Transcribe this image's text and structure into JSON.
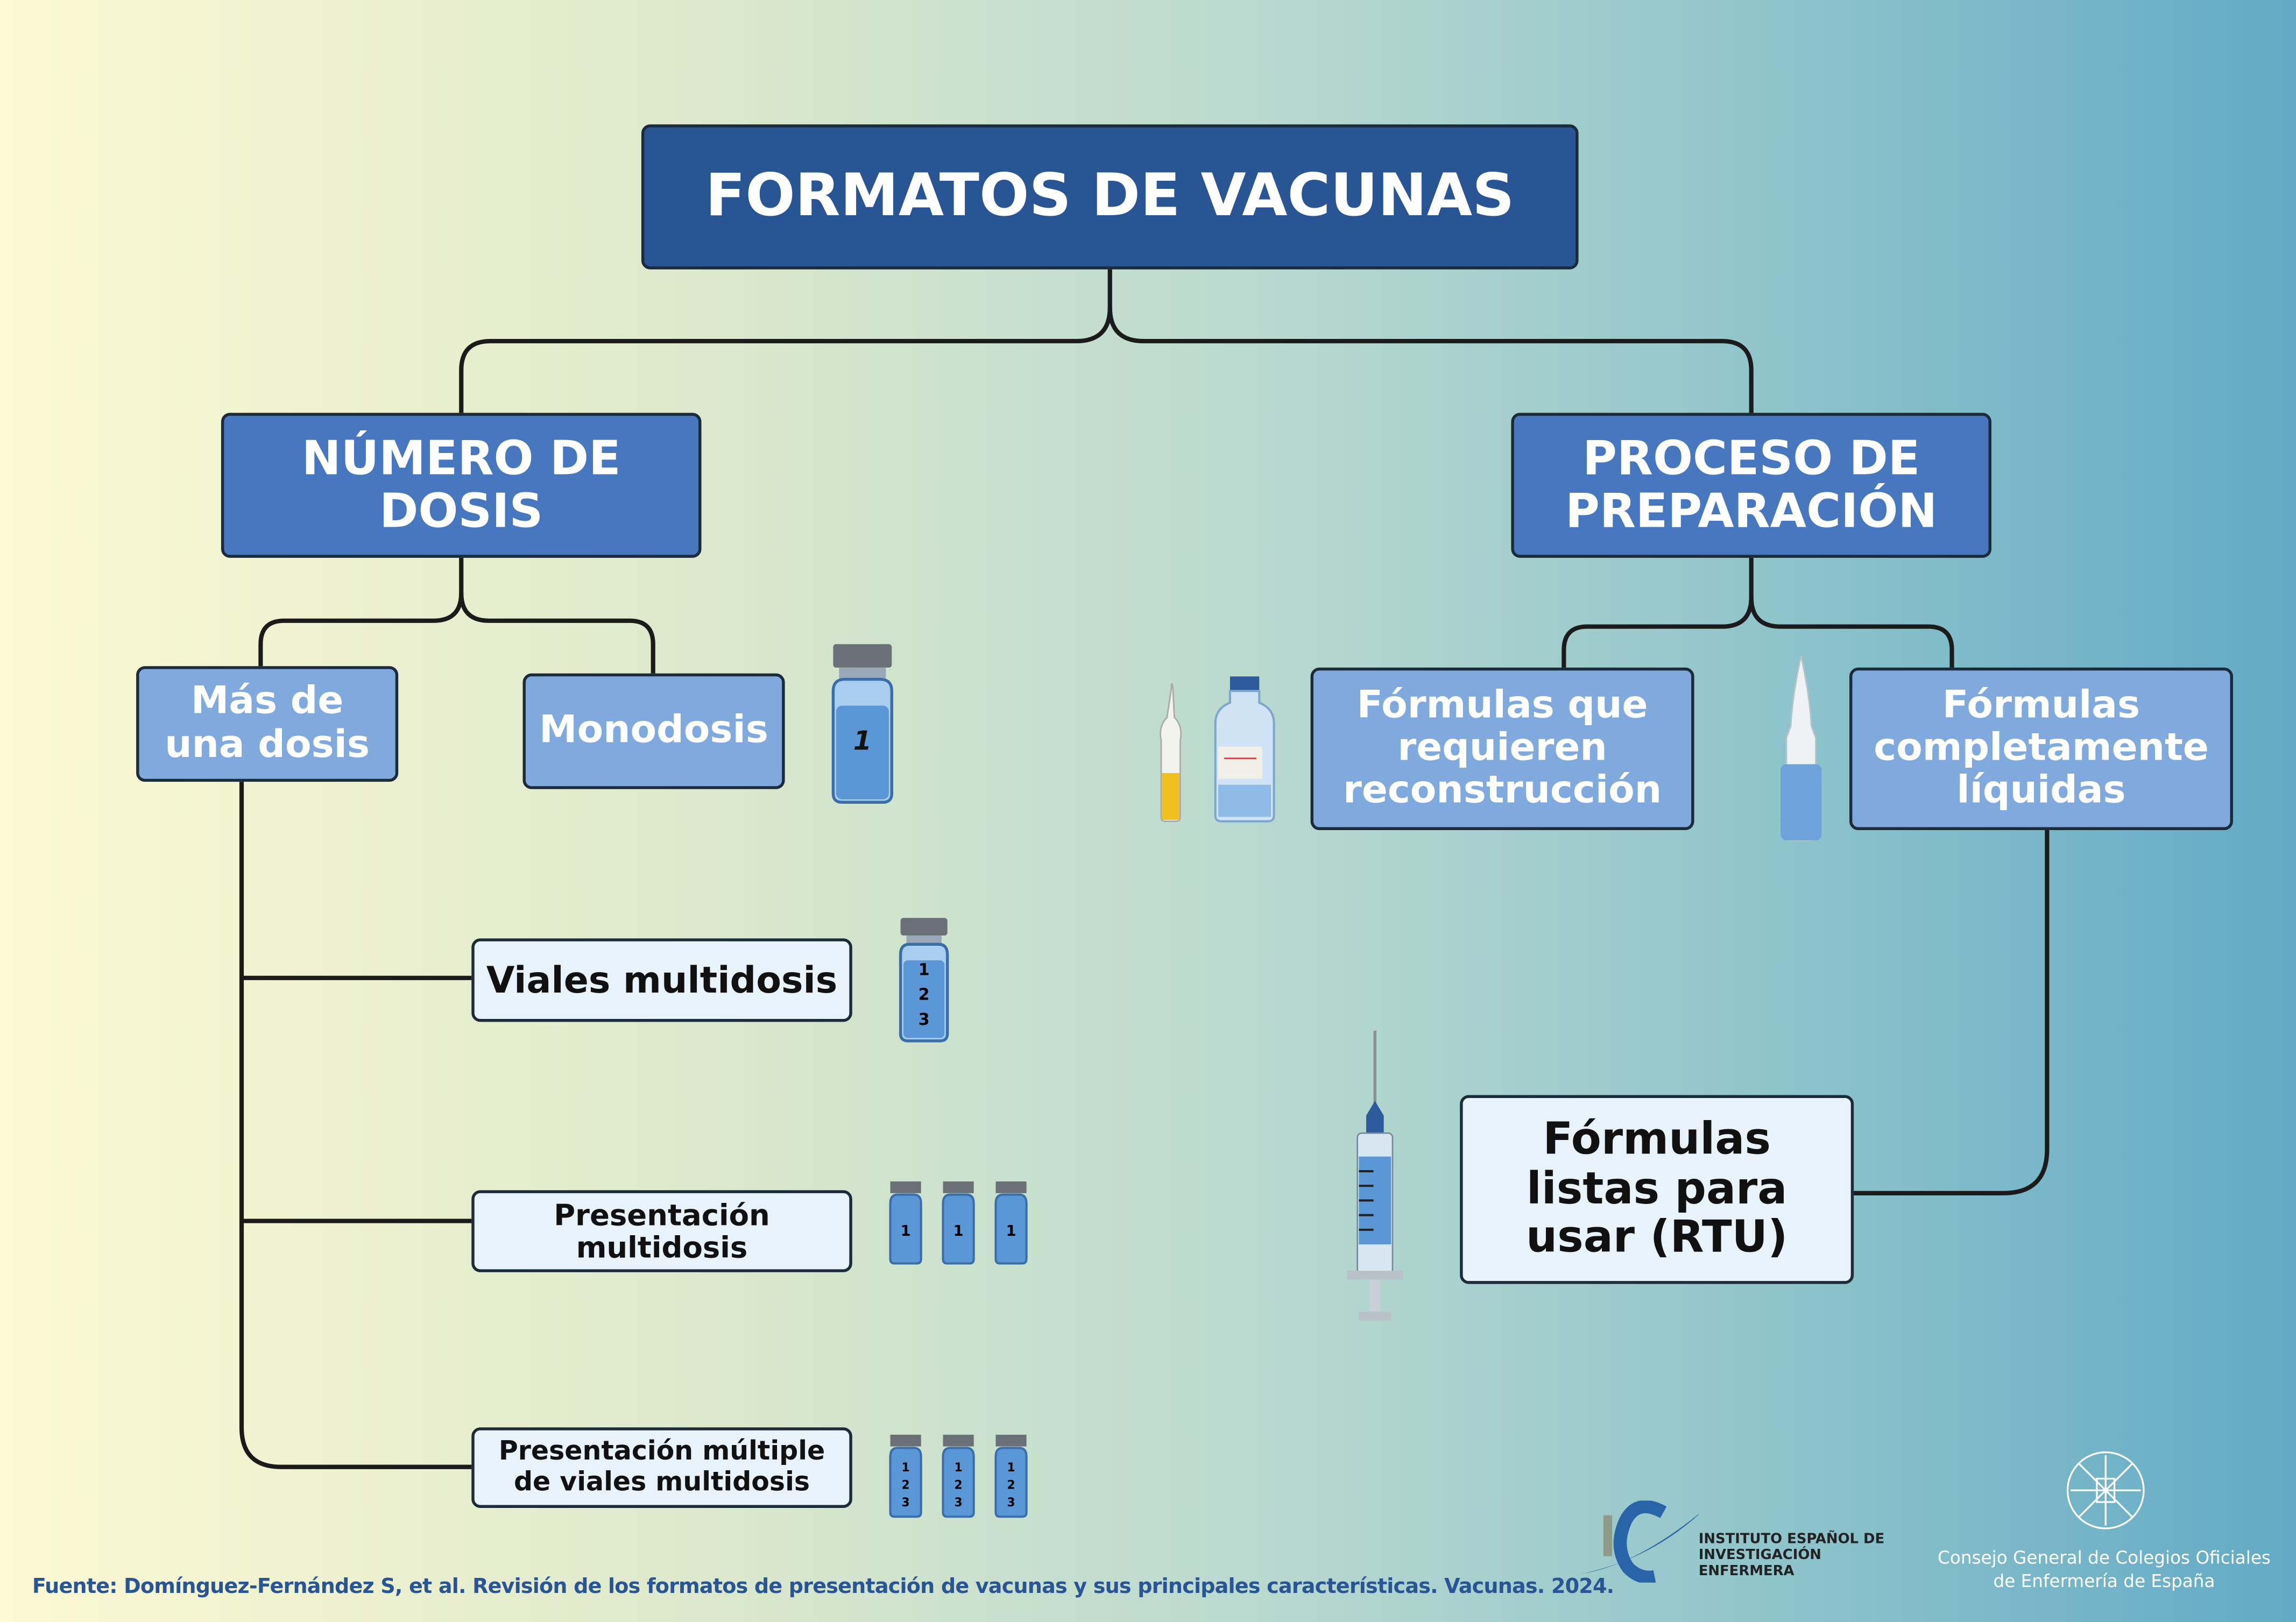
{
  "title": "FORMATOS DE VACUNAS",
  "branches": {
    "left": {
      "label": "NÚMERO DE DOSIS",
      "children": {
        "more": "Más de una dosis",
        "mono": "Monodosis"
      },
      "items": [
        "Viales multidosis",
        "Presentación multidosis",
        "Presentación múltiple de viales multidosis"
      ]
    },
    "right": {
      "label": "PROCESO DE PREPARACIÓN",
      "children": {
        "recon": "Fórmulas que requieren reconstrucción",
        "liquid": "Fórmulas completamente líquidas"
      },
      "rtu": "Fórmulas listas para usar (RTU)"
    }
  },
  "vial_labels": {
    "mono": "1",
    "multi": [
      "1",
      "2",
      "3"
    ]
  },
  "footer": {
    "source": "Fuente: Domínguez-Fernández S, et al. Revisión de los formatos de presentación de vacunas y sus principales características. Vacunas. 2024."
  },
  "logos": {
    "iie": "INSTITUTO ESPAÑOL DE INVESTIGACIÓN ENFERMERA",
    "cgcoe": "Consejo General de Colegios Oficiales de Enfermería de España"
  },
  "colors": {
    "title": "#2a5595",
    "level1": "#4677bf",
    "level2": "#80aadd",
    "level3": "#e8f2fa",
    "line": "#1b1b1b"
  }
}
